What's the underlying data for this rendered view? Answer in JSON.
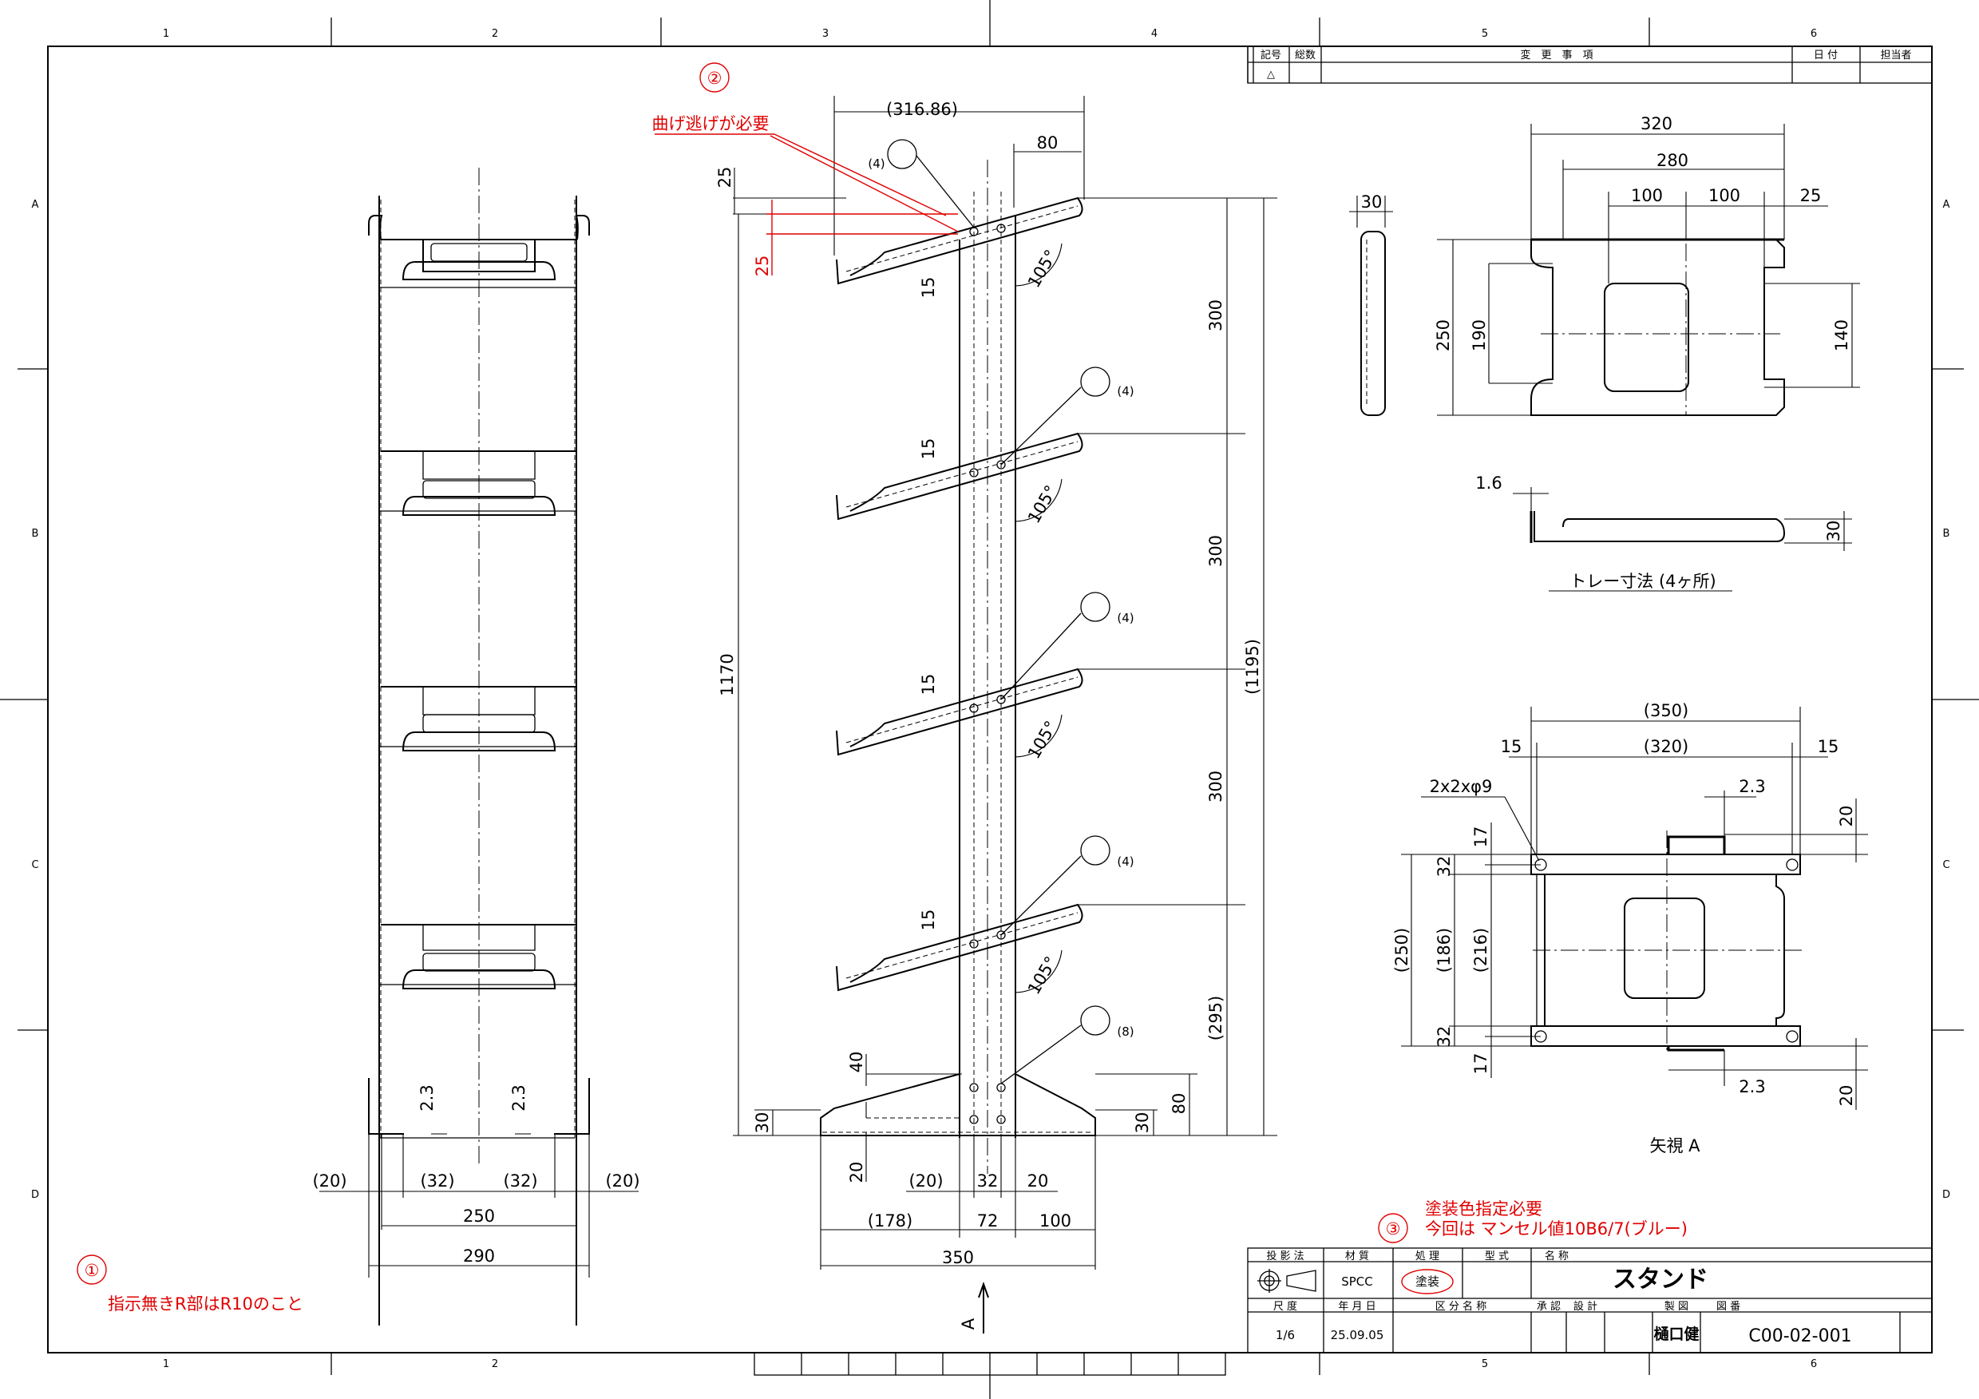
{
  "grid": {
    "columns": [
      "1",
      "2",
      "3",
      "4",
      "5",
      "6"
    ],
    "rows": [
      "A",
      "B",
      "C",
      "D"
    ]
  },
  "revision_table": {
    "headers": [
      "記号",
      "総数",
      "変　更　事　項",
      "日 付",
      "担当者"
    ],
    "first_symbol": "△"
  },
  "notes": {
    "note1_num": "①",
    "note1_text": "指示無きR部はR10のこと",
    "note2_num": "②",
    "note2_text": "曲げ逃げが必要",
    "note3_num": "③",
    "note3_line1": "塗装色指定必要",
    "note3_line2": "今回は マンセル値10B6/7(ブルー)"
  },
  "front_view": {
    "dims": {
      "d20a": "(20)",
      "d32a": "(32)",
      "d32b": "(32)",
      "d20b": "(20)",
      "d250": "250",
      "d290": "290",
      "d23a": "2.3",
      "d23b": "2.3"
    }
  },
  "side_view": {
    "dims": {
      "d31686": "(316.86)",
      "d80top": "80",
      "d25top": "25",
      "d25red": "25",
      "d15a": "15",
      "d15b": "15",
      "d15c": "15",
      "d15d": "15",
      "a105a": "105°",
      "a105b": "105°",
      "a105c": "105°",
      "a105d": "105°",
      "b4a": "(4)",
      "b4b": "(4)",
      "b4c": "(4)",
      "b4d": "(4)",
      "b8": "(8)",
      "d300a": "300",
      "d300b": "300",
      "d300c": "300",
      "d295": "(295)",
      "d1195": "(1195)",
      "d1170": "1170",
      "d40": "40",
      "d80base": "80",
      "d30l": "30",
      "d30r": "30",
      "d20base": "20",
      "d20p": "(20)",
      "d32": "32",
      "d20": "20",
      "d178": "(178)",
      "d72": "72",
      "d100": "100",
      "d350": "350",
      "arrowA": "A"
    }
  },
  "tray_view": {
    "dims": {
      "d320": "320",
      "d280": "280",
      "d100a": "100",
      "d100b": "100",
      "d25": "25",
      "d30": "30",
      "d250": "250",
      "d190": "190",
      "d140": "140",
      "d16": "1.6",
      "d30s": "30"
    },
    "caption": "トレー寸法 (4ヶ所)"
  },
  "view_a": {
    "dims": {
      "d350": "(350)",
      "d320": "(320)",
      "d15a": "15",
      "d15b": "15",
      "hole": "2x2xφ9",
      "d23a": "2.3",
      "d23b": "2.3",
      "d20a": "20",
      "d20b": "20",
      "d17a": "17",
      "d17b": "17",
      "d32a": "32",
      "d32b": "32",
      "d250": "(250)",
      "d186": "(186)",
      "d216": "(216)"
    },
    "caption": "矢視 A"
  },
  "title_block": {
    "projection_label": "投 影 法",
    "material_label": "材 質",
    "material": "SPCC",
    "treatment_label": "処 理",
    "treatment": "塗装",
    "model_label": "型 式",
    "name_label": "名 称",
    "name": "スタンド",
    "scale_label": "尺 度",
    "scale": "1/6",
    "date_label": "年 月 日",
    "date": "25.09.05",
    "category_label": "区 分 名 称",
    "approve_label": "承 認",
    "design_label": "設 計",
    "drafter_label": "製 図",
    "drafter": "樋口健",
    "drawing_no_label": "図 番",
    "drawing_no": "C00-02-001"
  }
}
